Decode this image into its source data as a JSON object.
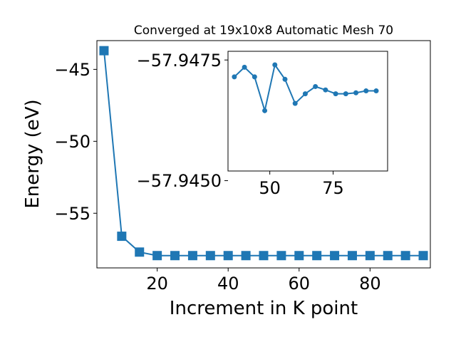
{
  "chart_data": [
    {
      "type": "line",
      "title": "Converged at 19x10x8 Automatic Mesh 70",
      "xlabel": "Increment in K point",
      "ylabel": "Energy (eV)",
      "xlim": [
        3,
        97
      ],
      "ylim": [
        -58.8,
        -43.0
      ],
      "xticks": [
        20,
        40,
        60,
        80
      ],
      "yticks": [
        -45,
        -50,
        -55
      ],
      "ytick_labels": [
        "−45",
        "−50",
        "−55"
      ],
      "marker": "square",
      "color": "#1f77b4",
      "series": [
        {
          "x": [
            5,
            10,
            15,
            20,
            25,
            30,
            35,
            40,
            45,
            50,
            55,
            60,
            65,
            70,
            75,
            80,
            85,
            90,
            95
          ],
          "y": [
            -43.7,
            -56.6,
            -57.7,
            -57.945,
            -57.945,
            -57.945,
            -57.945,
            -57.945,
            -57.945,
            -57.945,
            -57.945,
            -57.945,
            -57.945,
            -57.945,
            -57.945,
            -57.945,
            -57.945,
            -57.945,
            -57.945
          ]
        }
      ]
    },
    {
      "type": "line",
      "title": "",
      "xlabel": "",
      "ylabel": "",
      "xlim": [
        33.5,
        96.5
      ],
      "ylim": [
        -57.9452,
        -57.94768
      ],
      "xticks": [
        50,
        75
      ],
      "yticks": [
        -57.9475,
        -57.945
      ],
      "ytick_labels": [
        "−57.9475",
        "−57.9450"
      ],
      "marker": "circle",
      "color": "#1f77b4",
      "series": [
        {
          "x": [
            36,
            40,
            44,
            48,
            52,
            56,
            60,
            64,
            68,
            72,
            76,
            80,
            84,
            88,
            92
          ],
          "y": [
            -57.94715,
            -57.94735,
            -57.94715,
            -57.94645,
            -57.9474,
            -57.9471,
            -57.9466,
            -57.9468,
            -57.94695,
            -57.94688,
            -57.9468,
            -57.9468,
            -57.94682,
            -57.94686,
            -57.94686
          ]
        }
      ]
    }
  ]
}
